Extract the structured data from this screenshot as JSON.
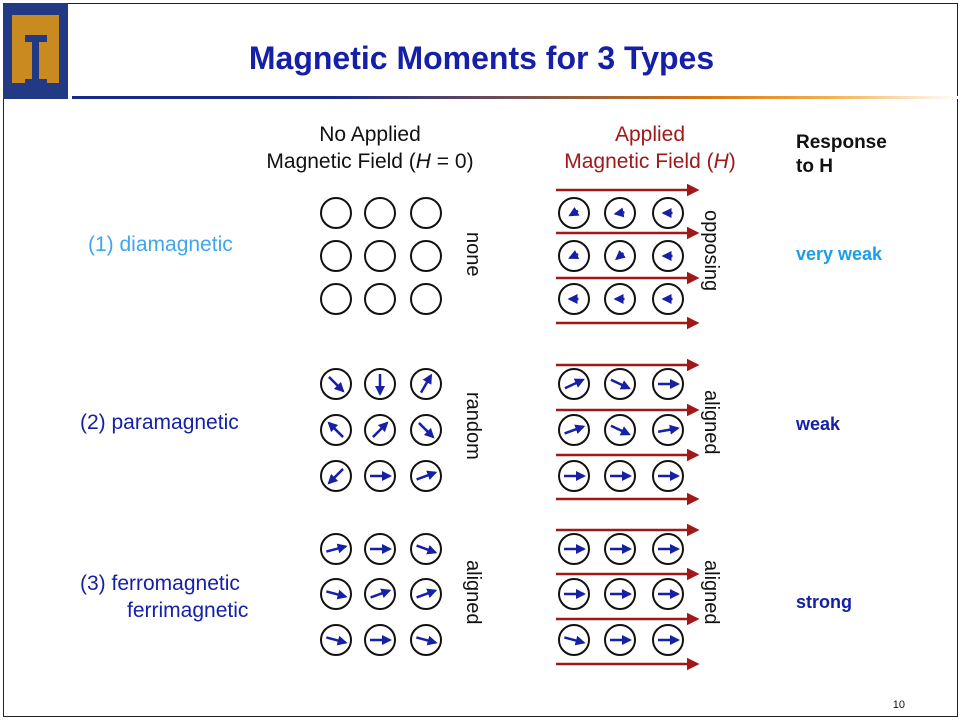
{
  "slide": {
    "title": "Magnetic Moments for 3 Types",
    "page_number": "10"
  },
  "headers": {
    "no_field_line1": "No Applied",
    "no_field_line2_pre": "Magnetic Field (",
    "no_field_var": "H",
    "no_field_line2_post": " = 0)",
    "applied_line1": "Applied",
    "applied_line2_pre": "Magnetic Field (",
    "applied_var": "H",
    "applied_line2_post": ")",
    "response_line1": "Response",
    "response_line2": "to H"
  },
  "rows": [
    {
      "label": "(1) diamagnetic",
      "label_color": "#3fa6ee",
      "no_field_state": "none",
      "applied_state": "opposing",
      "response": "very weak",
      "response_color": "#1a9ee8",
      "no_field_arrows_deg": [
        null,
        null,
        null,
        null,
        null,
        null,
        null,
        null,
        null
      ],
      "applied_arrows_deg": [
        150,
        170,
        180,
        155,
        140,
        180,
        180,
        180,
        180
      ],
      "applied_arrow_scale": 0.45
    },
    {
      "label": "(2) paramagnetic",
      "label_color": "#1520a6",
      "no_field_state": "random",
      "applied_state": "aligned",
      "response": "weak",
      "response_color": "#1520a6",
      "no_field_arrows_deg": [
        45,
        90,
        -60,
        225,
        -45,
        45,
        135,
        0,
        -20
      ],
      "applied_arrows_deg": [
        -25,
        25,
        0,
        -20,
        25,
        -10,
        0,
        0,
        0
      ],
      "applied_arrow_scale": 1
    },
    {
      "label": "(3) ferromagnetic",
      "label2": "ferrimagnetic",
      "label_color": "#1520a6",
      "no_field_state": "aligned",
      "applied_state": "aligned",
      "response": "strong",
      "response_color": "#1520a6",
      "no_field_arrows_deg": [
        -15,
        0,
        20,
        15,
        -20,
        -20,
        15,
        0,
        15
      ],
      "applied_arrows_deg": [
        0,
        0,
        0,
        0,
        0,
        0,
        15,
        0,
        0
      ],
      "applied_arrow_scale": 1
    }
  ],
  "colors": {
    "title": "#1520a6",
    "moment_arrow": "#1520a6",
    "field_arrow": "#a01818",
    "circle": "#111111"
  }
}
